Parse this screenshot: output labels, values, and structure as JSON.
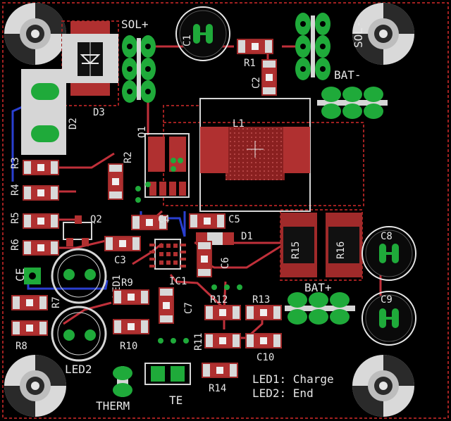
{
  "colors": {
    "background": "#000000",
    "copper_top": "#c0303a",
    "copper_bottom": "#2a3fd0",
    "pads": "#1faa3a",
    "silkscreen": "#e6e6e6",
    "keepout": "#a02020",
    "mounting_hole": "#d9d9d9"
  },
  "labels": {
    "sol_plus": "SOL+",
    "sol_minus": "SOL-",
    "bat_minus": "BAT-",
    "bat_plus": "BAT+",
    "therm": "THERM",
    "te": "TE",
    "ce": "CE",
    "legend_led1": "LED1: Charge",
    "legend_led2": "LED2: End",
    "d3": "D3",
    "d2": "D2",
    "d1": "D1",
    "q1": "Q1",
    "q2": "Q2",
    "l1": "L1",
    "ic1": "IC1",
    "c1": "C1",
    "c2": "C2",
    "c3": "C3",
    "c4": "C4",
    "c5": "C5",
    "c6": "C6",
    "c7": "C7",
    "c8": "C8",
    "c9": "C9",
    "c10": "C10",
    "r1": "R1",
    "r2": "R2",
    "r3": "R3",
    "r4": "R4",
    "r5": "R5",
    "r6": "R6",
    "r7": "R7",
    "r8": "R8",
    "r9": "R9",
    "r10": "R10",
    "r11": "R11",
    "r12": "R12",
    "r13": "R13",
    "r14": "R14",
    "r15": "R15",
    "r16": "R16",
    "led1": "LED1",
    "led2": "LED2"
  }
}
